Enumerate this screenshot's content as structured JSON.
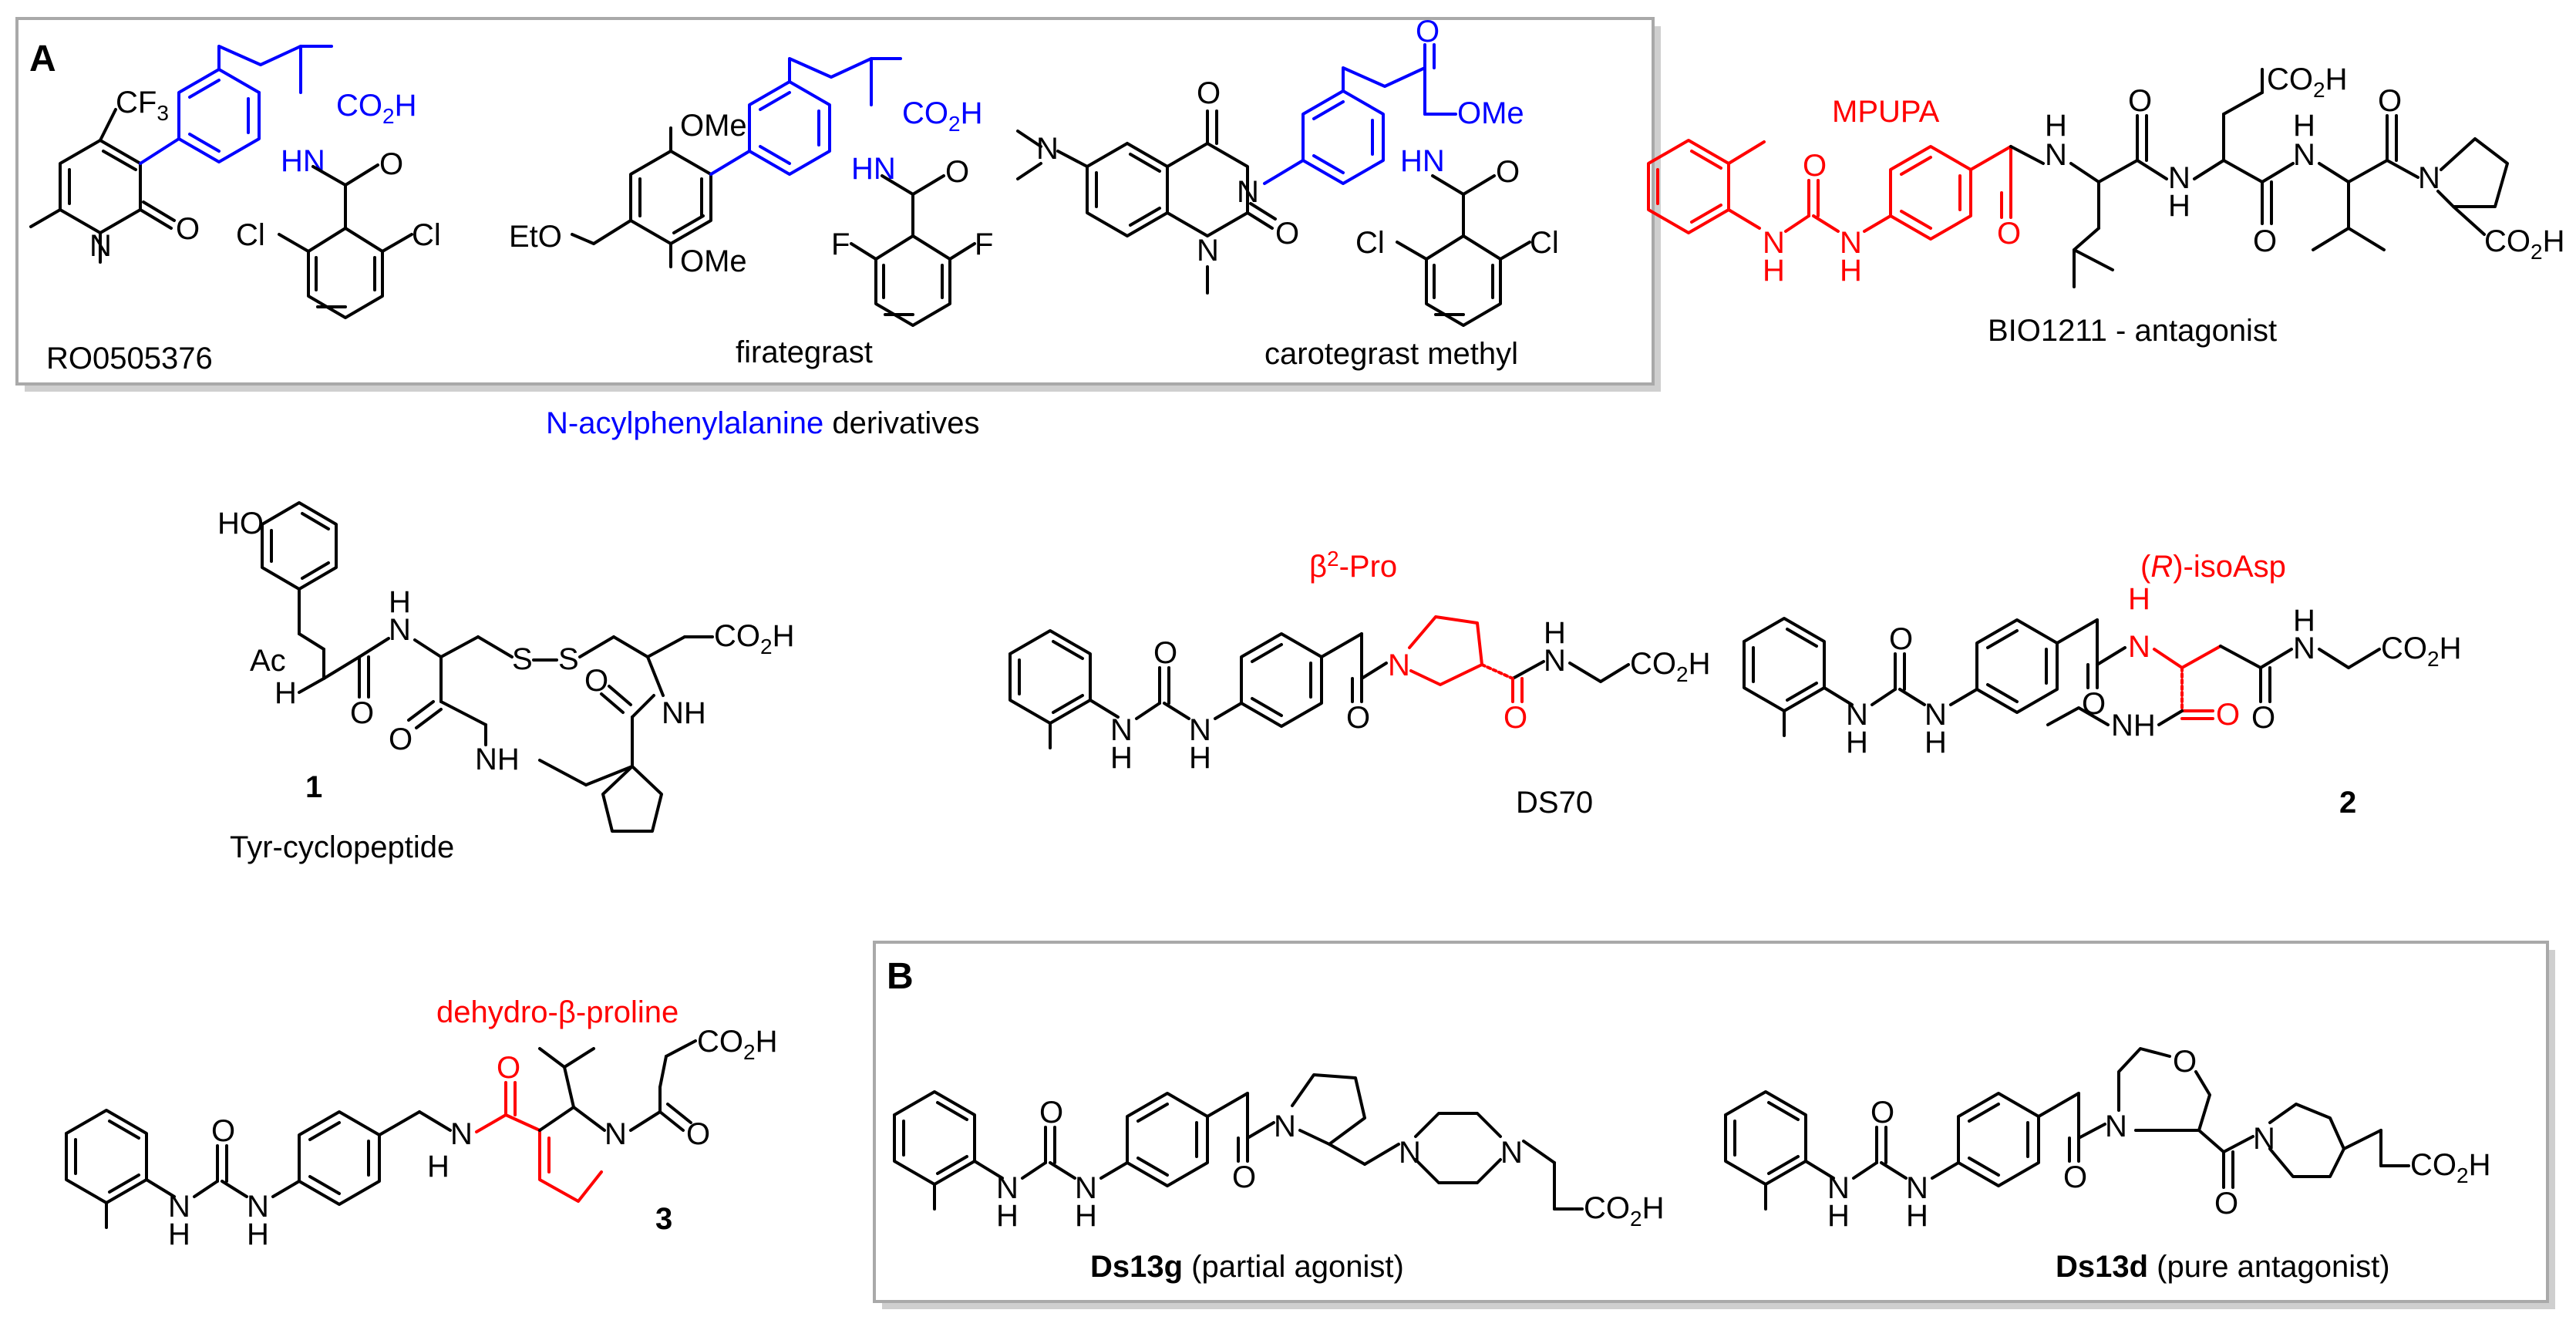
{
  "colors": {
    "black": "#000000",
    "red": "#ff0000",
    "blue": "#0000ff",
    "frame": "#a9a9a9",
    "shadow": "#cccccc"
  },
  "panel_a": {
    "letter": "A",
    "caption_blue": "N-acylphenylalanine",
    "caption_black": " derivatives"
  },
  "panel_b": {
    "letter": "B"
  },
  "molecules": {
    "ro": {
      "name": "RO0505376",
      "cf3": "CF",
      "cf3_sub": "3",
      "co2h": "CO",
      "co2h_sub": "2",
      "co2h_end": "H",
      "hn": "HN",
      "o": "O",
      "n": "N",
      "cl1": "Cl",
      "cl2": "Cl"
    },
    "fira": {
      "name": "firategrast",
      "ome1": "OMe",
      "ome2": "OMe",
      "eto": "EtO",
      "co2h": "CO",
      "co2h_sub": "2",
      "co2h_end": "H",
      "hn": "HN",
      "o": "O",
      "f1": "F",
      "f2": "F"
    },
    "caro": {
      "name": "carotegrast methyl",
      "n1": "N",
      "n2": "N",
      "n3": "N",
      "o1": "O",
      "o2": "O",
      "o3": "O",
      "o4": "O",
      "ome": "OMe",
      "hn": "HN",
      "cl1": "Cl",
      "cl2": "Cl"
    },
    "bio": {
      "name": "BIO1211 - antagonist",
      "tag": "MPUPA",
      "h": "H",
      "n": "N",
      "o": "O",
      "co2h": "CO",
      "co2h_sub": "2",
      "co2h_end": "H"
    },
    "m1": {
      "num": "1",
      "name": "Tyr-cyclopeptide",
      "ho": "HO",
      "ac": "Ac",
      "nh": "NH",
      "h": "H",
      "n": "N",
      "s": "S",
      "o": "O",
      "co2h": "CO",
      "co2h_sub": "2",
      "co2h_end": "H"
    },
    "ds70": {
      "name": "DS70",
      "tag_beta": "β",
      "tag_sup": "2",
      "tag_rest": "-Pro",
      "h": "H",
      "n": "N",
      "o": "O",
      "co2h": "CO",
      "co2h_sub": "2",
      "co2h_end": "H"
    },
    "m2": {
      "num": "2",
      "tag_open": "(",
      "tag_r": "R",
      "tag_close": ")-isoAsp",
      "h": "H",
      "n": "N",
      "nh": "NH",
      "o": "O",
      "co2h": "CO",
      "co2h_sub": "2",
      "co2h_end": "H"
    },
    "m3": {
      "num": "3",
      "tag": "dehydro-β-proline",
      "h": "H",
      "n": "N",
      "o": "O",
      "co2h": "CO",
      "co2h_sub": "2",
      "co2h_end": "H"
    },
    "ds13g": {
      "name_bold": "Ds13g",
      "name_rest": " (partial agonist)",
      "h": "H",
      "n": "N",
      "o": "O",
      "co2h": "CO",
      "co2h_sub": "2",
      "co2h_end": "H"
    },
    "ds13d": {
      "name_bold": "Ds13d",
      "name_rest": " (pure antagonist)",
      "h": "H",
      "n": "N",
      "o": "O",
      "co2h": "CO",
      "co2h_sub": "2",
      "co2h_end": "H"
    }
  }
}
